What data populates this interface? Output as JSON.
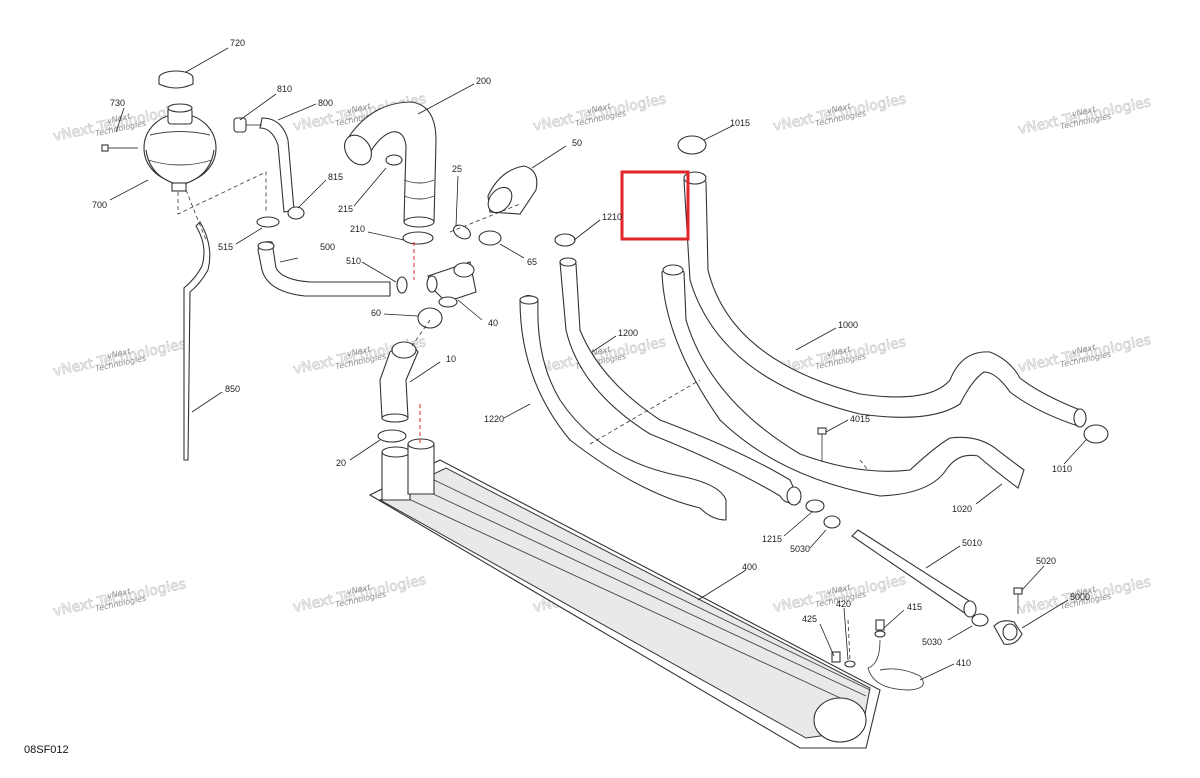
{
  "document": {
    "code": "08SF012"
  },
  "watermark": {
    "line1": "vNext",
    "line2": "Technologies",
    "outline": "vNext Technologies"
  },
  "highlight": {
    "color": "#e0262b"
  },
  "parts": [
    {
      "id": "p720",
      "label": "720"
    },
    {
      "id": "p730",
      "label": "730"
    },
    {
      "id": "p700",
      "label": "700"
    },
    {
      "id": "p810",
      "label": "810"
    },
    {
      "id": "p800",
      "label": "800"
    },
    {
      "id": "p815",
      "label": "815"
    },
    {
      "id": "p515",
      "label": "515"
    },
    {
      "id": "p500",
      "label": "500"
    },
    {
      "id": "p510",
      "label": "510"
    },
    {
      "id": "p200",
      "label": "200"
    },
    {
      "id": "p215",
      "label": "215"
    },
    {
      "id": "p210",
      "label": "210"
    },
    {
      "id": "p25",
      "label": "25"
    },
    {
      "id": "p50",
      "label": "50"
    },
    {
      "id": "p65",
      "label": "65"
    },
    {
      "id": "p40",
      "label": "40"
    },
    {
      "id": "p60",
      "label": "60"
    },
    {
      "id": "p10",
      "label": "10"
    },
    {
      "id": "p20",
      "label": "20"
    },
    {
      "id": "p850",
      "label": "850"
    },
    {
      "id": "p1210",
      "label": "1210"
    },
    {
      "id": "p1200",
      "label": "1200"
    },
    {
      "id": "p1220",
      "label": "1220"
    },
    {
      "id": "p1015",
      "label": "1015"
    },
    {
      "id": "p1000",
      "label": "1000"
    },
    {
      "id": "p4015",
      "label": "4015"
    },
    {
      "id": "p1010",
      "label": "1010"
    },
    {
      "id": "p1020",
      "label": "1020"
    },
    {
      "id": "p1215",
      "label": "1215"
    },
    {
      "id": "p5030a",
      "label": "5030"
    },
    {
      "id": "p5010",
      "label": "5010"
    },
    {
      "id": "p5020",
      "label": "5020"
    },
    {
      "id": "p5000",
      "label": "5000"
    },
    {
      "id": "p5030b",
      "label": "5030"
    },
    {
      "id": "p400",
      "label": "400"
    },
    {
      "id": "p415",
      "label": "415"
    },
    {
      "id": "p420",
      "label": "420"
    },
    {
      "id": "p425",
      "label": "425"
    },
    {
      "id": "p410",
      "label": "410"
    }
  ]
}
